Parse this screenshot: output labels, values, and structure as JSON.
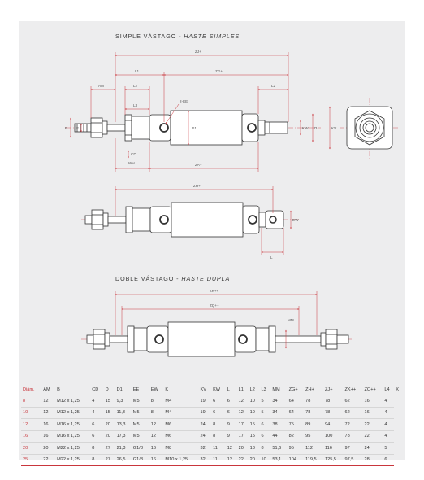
{
  "titles": {
    "simple_main": "SIMPLE VÁSTAGO - ",
    "simple_italic": "HASTE SIMPLES",
    "double_main": "DOBLE VÁSTAGO - ",
    "double_italic": "HASTE DUPLA"
  },
  "dims_top": {
    "zj": "ZJ+",
    "zg": "ZG+",
    "l1": "L1",
    "am": "AM",
    "l2": "L2",
    "l2r": "L2",
    "l3": "L3",
    "ee": "2-EE",
    "b": "B",
    "e": "E",
    "d1": "D1",
    "mm": "MM",
    "kw": "KW",
    "d": "D",
    "kv": "KV",
    "wh": "WH",
    "za": "ZA+",
    "cd": "CD"
  },
  "dims_mid": {
    "zh": "ZH+",
    "l": "L",
    "ew": "EW"
  },
  "dims_bottom": {
    "zk": "ZK++",
    "zq": "ZQ++",
    "mm": "MM"
  },
  "table": {
    "headers": [
      "Diám.",
      "AM",
      "B",
      "CD",
      "D",
      "D1",
      "EE",
      "EW",
      "K",
      "KV",
      "KW",
      "L",
      "L1",
      "L2",
      "L3",
      "MM",
      "ZG+",
      "ZH+",
      "ZJ+",
      "ZK++",
      "ZQ++",
      "L4",
      "X"
    ],
    "rows": [
      [
        "8",
        "12",
        "M12 x 1,25",
        "4",
        "15",
        "9,3",
        "M5",
        "8",
        "M4",
        "19",
        "6",
        "6",
        "12",
        "10",
        "5",
        "34",
        "64",
        "78",
        "78",
        "62",
        "16",
        "4"
      ],
      [
        "10",
        "12",
        "M12 x 1,25",
        "4",
        "15",
        "11,3",
        "M5",
        "8",
        "M4",
        "19",
        "6",
        "6",
        "12",
        "10",
        "5",
        "34",
        "64",
        "78",
        "78",
        "62",
        "16",
        "4"
      ],
      [
        "12",
        "16",
        "M16 x 1,25",
        "6",
        "20",
        "13,3",
        "M5",
        "12",
        "M6",
        "24",
        "8",
        "9",
        "17",
        "15",
        "6",
        "38",
        "75",
        "89",
        "94",
        "72",
        "22",
        "4"
      ],
      [
        "16",
        "16",
        "M16 x 1,25",
        "6",
        "20",
        "17,3",
        "M5",
        "12",
        "M6",
        "24",
        "8",
        "9",
        "17",
        "15",
        "6",
        "44",
        "82",
        "95",
        "100",
        "78",
        "22",
        "4"
      ],
      [
        "20",
        "20",
        "M22 x 1,25",
        "8",
        "27",
        "21,3",
        "G1/8",
        "16",
        "M8",
        "32",
        "11",
        "12",
        "20",
        "18",
        "8",
        "51,6",
        "95",
        "112",
        "116",
        "97",
        "24",
        "5"
      ],
      [
        "25",
        "22",
        "M22 x 1,25",
        "8",
        "27",
        "26,5",
        "G1/8",
        "16",
        "M10 x 1,25",
        "32",
        "11",
        "12",
        "22",
        "20",
        "10",
        "53,1",
        "104",
        "119,5",
        "125,5",
        "97,5",
        "28",
        "6"
      ]
    ]
  },
  "colors": {
    "accent": "#c9363c",
    "panel": "#ededee",
    "line": "#333333"
  }
}
